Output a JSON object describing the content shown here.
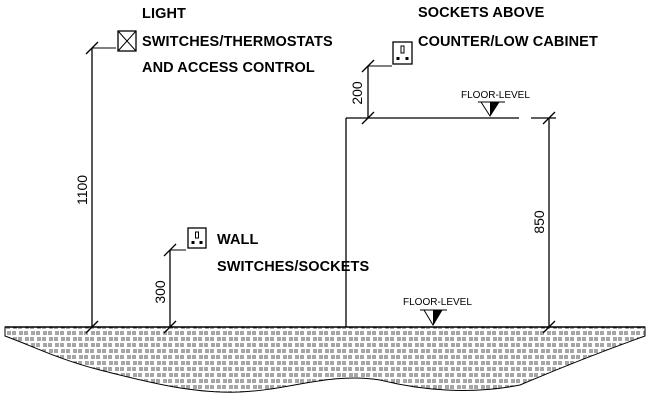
{
  "labels": {
    "light_switches": [
      "LIGHT",
      "SWITCHES/THERMOSTATS",
      "AND ACCESS CONTROL"
    ],
    "wall_switches": [
      "WALL",
      "SWITCHES/SOCKETS"
    ],
    "sockets_above": [
      "SOCKETS ABOVE",
      "COUNTER/LOW CABINET"
    ]
  },
  "dimensions": {
    "light_height": "1100",
    "wall_socket_height": "300",
    "counter_height": "850",
    "above_counter_offset": "200"
  },
  "level_markers": {
    "counter": "FLOOR-LEVEL",
    "floor": "FLOOR-LEVEL"
  },
  "icons": {
    "light_switch": "crossed-box-icon",
    "wall_socket": "socket-icon",
    "counter_socket": "socket-icon"
  }
}
